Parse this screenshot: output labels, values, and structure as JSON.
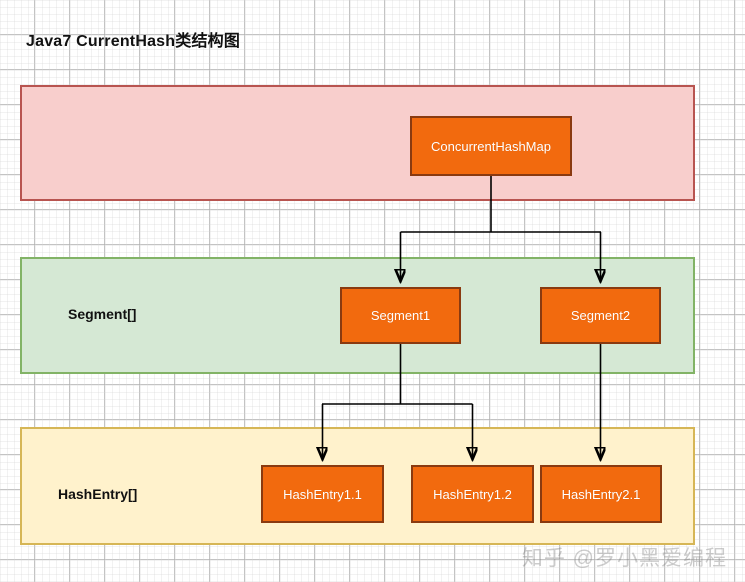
{
  "diagram": {
    "title": "Java7 CurrentHash类结构图",
    "type": "class-structure-diagram"
  },
  "bands": [
    {
      "id": "concurrenthashmap-layer",
      "label": "",
      "fill": "#f8cecc",
      "border": "#b85450"
    },
    {
      "id": "segment-layer",
      "label": "Segment[]",
      "fill": "#d5e8d4",
      "border": "#82b366"
    },
    {
      "id": "hashentry-layer",
      "label": "HashEntry[]",
      "fill": "#fff2cc",
      "border": "#d6b656"
    }
  ],
  "nodes": {
    "concurrenthashmap": "ConcurrentHashMap",
    "segment1": "Segment1",
    "segment2": "Segment2",
    "hashentry11": "HashEntry1.1",
    "hashentry12": "HashEntry1.2",
    "hashentry21": "HashEntry2.1"
  },
  "node_style": {
    "fill": "#f26a0e",
    "border": "#8a3a10",
    "text_color": "#ffffff"
  },
  "edges": [
    {
      "from": "concurrenthashmap",
      "to": "segment1"
    },
    {
      "from": "concurrenthashmap",
      "to": "segment2"
    },
    {
      "from": "segment1",
      "to": "hashentry11"
    },
    {
      "from": "segment1",
      "to": "hashentry12"
    },
    {
      "from": "segment2",
      "to": "hashentry21"
    }
  ],
  "watermark": {
    "text": "知乎 @罗小黑爱编程"
  }
}
